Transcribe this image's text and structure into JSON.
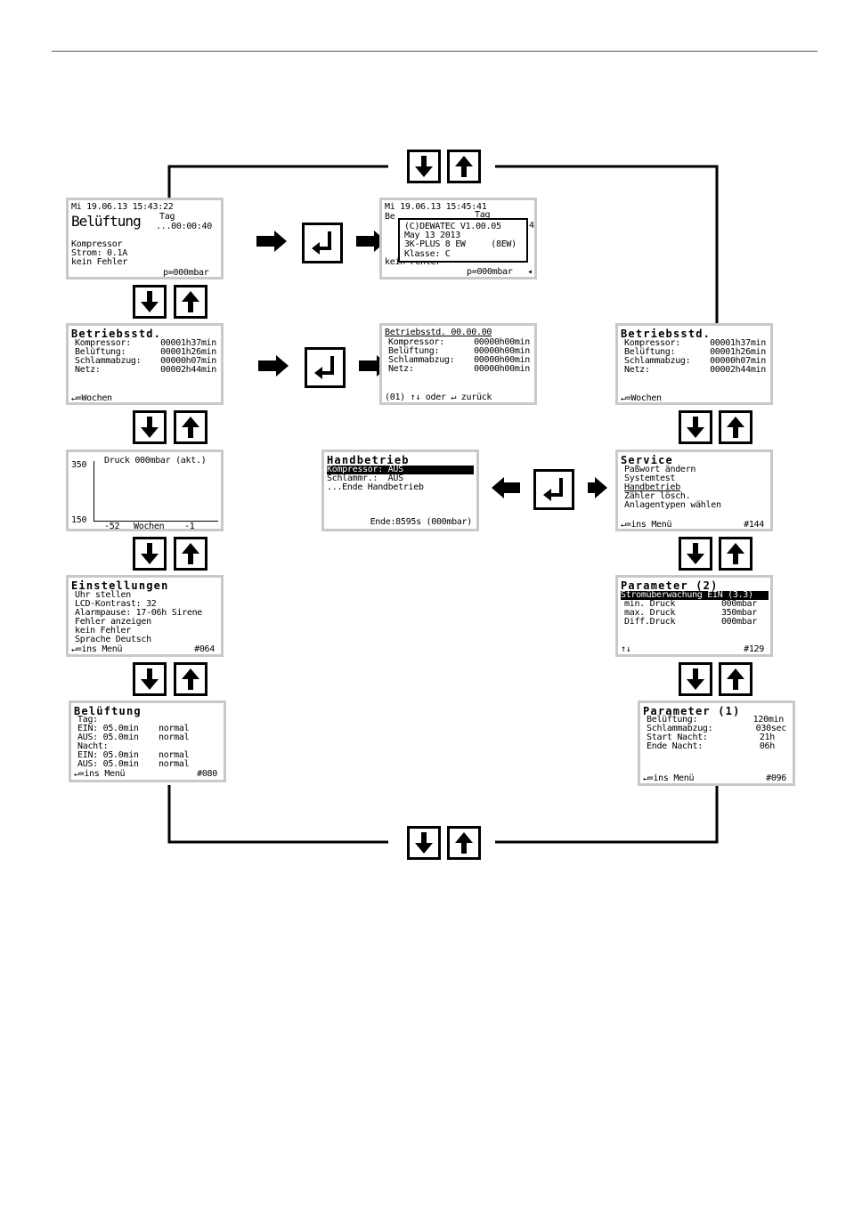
{
  "screens": {
    "main": {
      "datetime": "Mi 19.06.13 15:43:22",
      "mode": "Belüftung",
      "tag": "Tag",
      "timer": "...00:00:40",
      "kompressor": "Kompressor",
      "strom": "Strom: 0.1A",
      "fehler": "kein Fehler",
      "druck": "p=000mbar"
    },
    "version": {
      "datetime": "Mi 19.06.13 15:45:41",
      "partial1": "Be",
      "partial2": "Tag",
      "partial3": "kein Fehler",
      "druck": "p=000mbar",
      "popup": {
        "line1": "(C)DEWATEC V1.00.05",
        "line2": "May 13 2013",
        "line3": "3K-PLUS 8 EW     (8EW)",
        "line4": "Klasse: C"
      }
    },
    "betrieb_left": {
      "title": "Betriebsstd.",
      "rows": [
        {
          "label": "Kompressor:",
          "value": "00001h37min"
        },
        {
          "label": "Belüftung:",
          "value": "00001h26min"
        },
        {
          "label": "Schlammabzug:",
          "value": "00000h07min"
        },
        {
          "label": "Netz:",
          "value": "00002h44min"
        }
      ],
      "footer": "↵=Wochen"
    },
    "betrieb_week": {
      "title": "Betriebsstd. 00.00.00",
      "rows": [
        {
          "label": "Kompressor:",
          "value": "00000h00min"
        },
        {
          "label": "Belüftung:",
          "value": "00000h00min"
        },
        {
          "label": "Schlammabzug:",
          "value": "00000h00min"
        },
        {
          "label": "Netz:",
          "value": "00000h00min"
        }
      ],
      "footer": "(01) ↑↓ oder ↵ zurück"
    },
    "betrieb_right": {
      "title": "Betriebsstd.",
      "rows": [
        {
          "label": "Kompressor:",
          "value": "00001h37min"
        },
        {
          "label": "Belüftung:",
          "value": "00001h26min"
        },
        {
          "label": "Schlammabzug:",
          "value": "00000h07min"
        },
        {
          "label": "Netz:",
          "value": "00002h44min"
        }
      ],
      "footer": "↵=Wochen"
    },
    "druck": {
      "title": "Druck 000mbar (akt.)",
      "y_top": "350",
      "y_bottom": "150",
      "x_left": "-52",
      "x_mid": "Wochen",
      "x_right": "-1"
    },
    "handbetrieb": {
      "title": "Handbetrieb",
      "row1_label": "Kompressor:",
      "row1_value": "AUS",
      "row2_label": "Schlammr.:",
      "row2_value": "AUS",
      "row3": "...Ende Handbetrieb",
      "footer": "Ende:8595s (000mbar)"
    },
    "service": {
      "title": "Service",
      "items": [
        "Paßwort ändern",
        "Systemtest",
        "Handbetrieb",
        "Zähler lösch.",
        "Anlagentypen wählen"
      ],
      "footer_left": "↵=ins Menü",
      "footer_right": "#144"
    },
    "einstellungen": {
      "title": "Einstellungen",
      "items": [
        "Uhr stellen",
        "LCD-Kontrast: 32",
        "Alarmpause: 17-06h Sirene",
        "Fehler anzeigen",
        "kein Fehler",
        "Sprache Deutsch"
      ],
      "footer_left": "↵=ins Menü",
      "footer_right": "#064"
    },
    "param2": {
      "title": "Parameter (2)",
      "highlight": "Stromüberwachung EIN (3.3)",
      "rows": [
        {
          "label": "min. Druck",
          "value": "000mbar"
        },
        {
          "label": "max. Druck",
          "value": "350mbar"
        },
        {
          "label": "Diff.Druck",
          "value": "000mbar"
        }
      ],
      "footer_left": "↑↓",
      "footer_right": "#129"
    },
    "belueftung": {
      "title": "Belüftung",
      "tag": "Tag:",
      "tag_ein": "EIN: 05.0min",
      "tag_ein_mode": "normal",
      "tag_aus": "AUS: 05.0min",
      "tag_aus_mode": "normal",
      "nacht": "Nacht:",
      "nacht_ein": "EIN: 05.0min",
      "nacht_ein_mode": "normal",
      "nacht_aus": "AUS: 05.0min",
      "nacht_aus_mode": "normal",
      "footer_left": "↵=ins Menü",
      "footer_right": "#080"
    },
    "param1": {
      "title": "Parameter (1)",
      "rows": [
        {
          "label": "Belüftung:",
          "value": "120min"
        },
        {
          "label": "Schlammabzug:",
          "value": "030sec"
        },
        {
          "label": "Start Nacht:",
          "value": "21h"
        },
        {
          "label": "Ende Nacht:",
          "value": "06h"
        }
      ],
      "footer_left": "↵=ins Menü",
      "footer_right": "#096"
    }
  }
}
